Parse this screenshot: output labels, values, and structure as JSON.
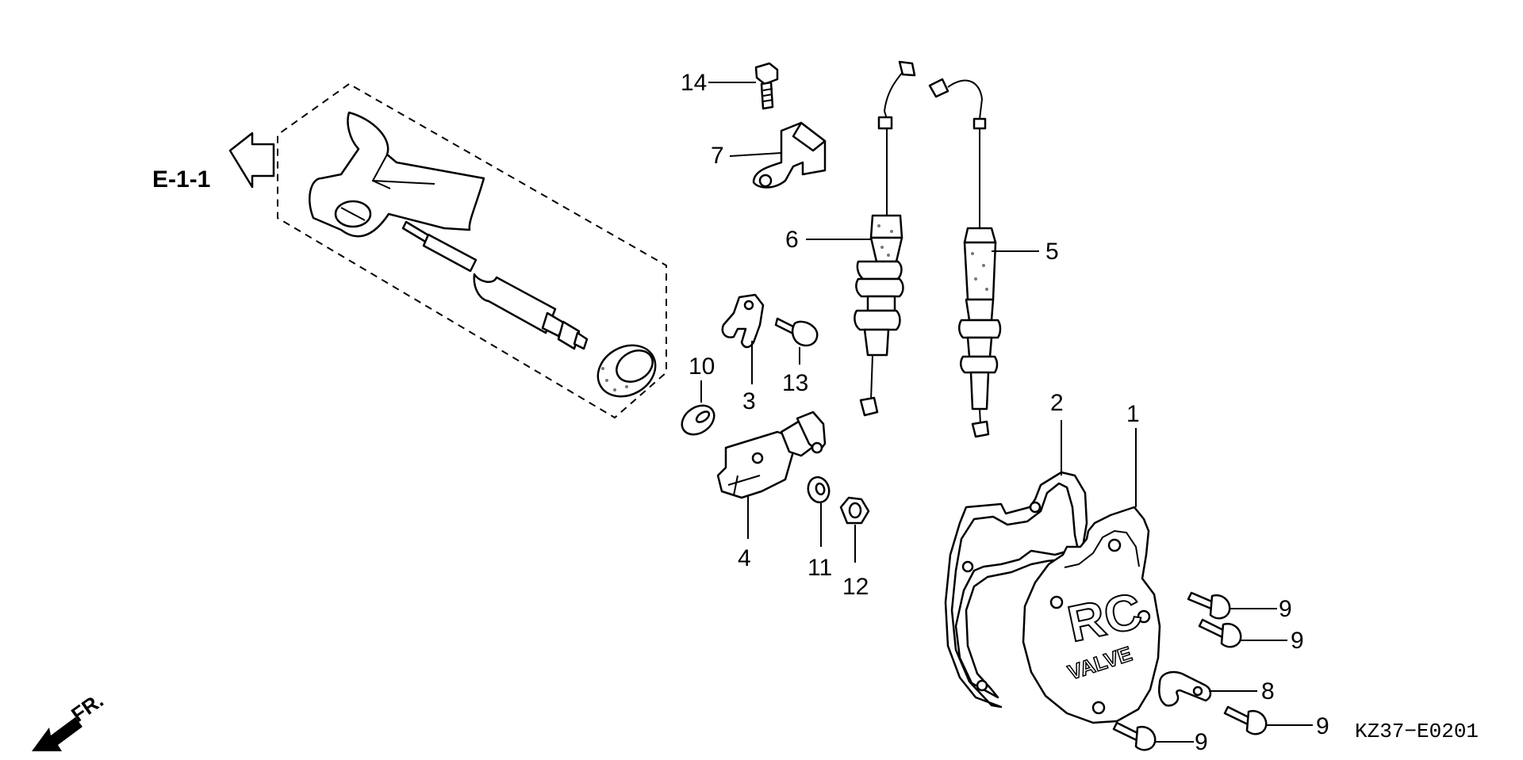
{
  "reference": {
    "label": "E-1-1"
  },
  "diagram_code": "KZ37−E0201",
  "direction": {
    "label": "FR."
  },
  "callouts": [
    {
      "number": "14"
    },
    {
      "number": "7"
    },
    {
      "number": "6"
    },
    {
      "number": "5"
    },
    {
      "number": "10"
    },
    {
      "number": "3"
    },
    {
      "number": "13"
    },
    {
      "number": "2"
    },
    {
      "number": "1"
    },
    {
      "number": "4"
    },
    {
      "number": "11"
    },
    {
      "number": "12"
    },
    {
      "number": "9"
    },
    {
      "number": "9"
    },
    {
      "number": "8"
    },
    {
      "number": "9"
    },
    {
      "number": "9"
    }
  ],
  "cover_text": {
    "line1": "RC",
    "line2": "VALVE"
  },
  "icons": [
    "hollow-arrow-left-icon",
    "solid-arrow-down-left-icon"
  ]
}
